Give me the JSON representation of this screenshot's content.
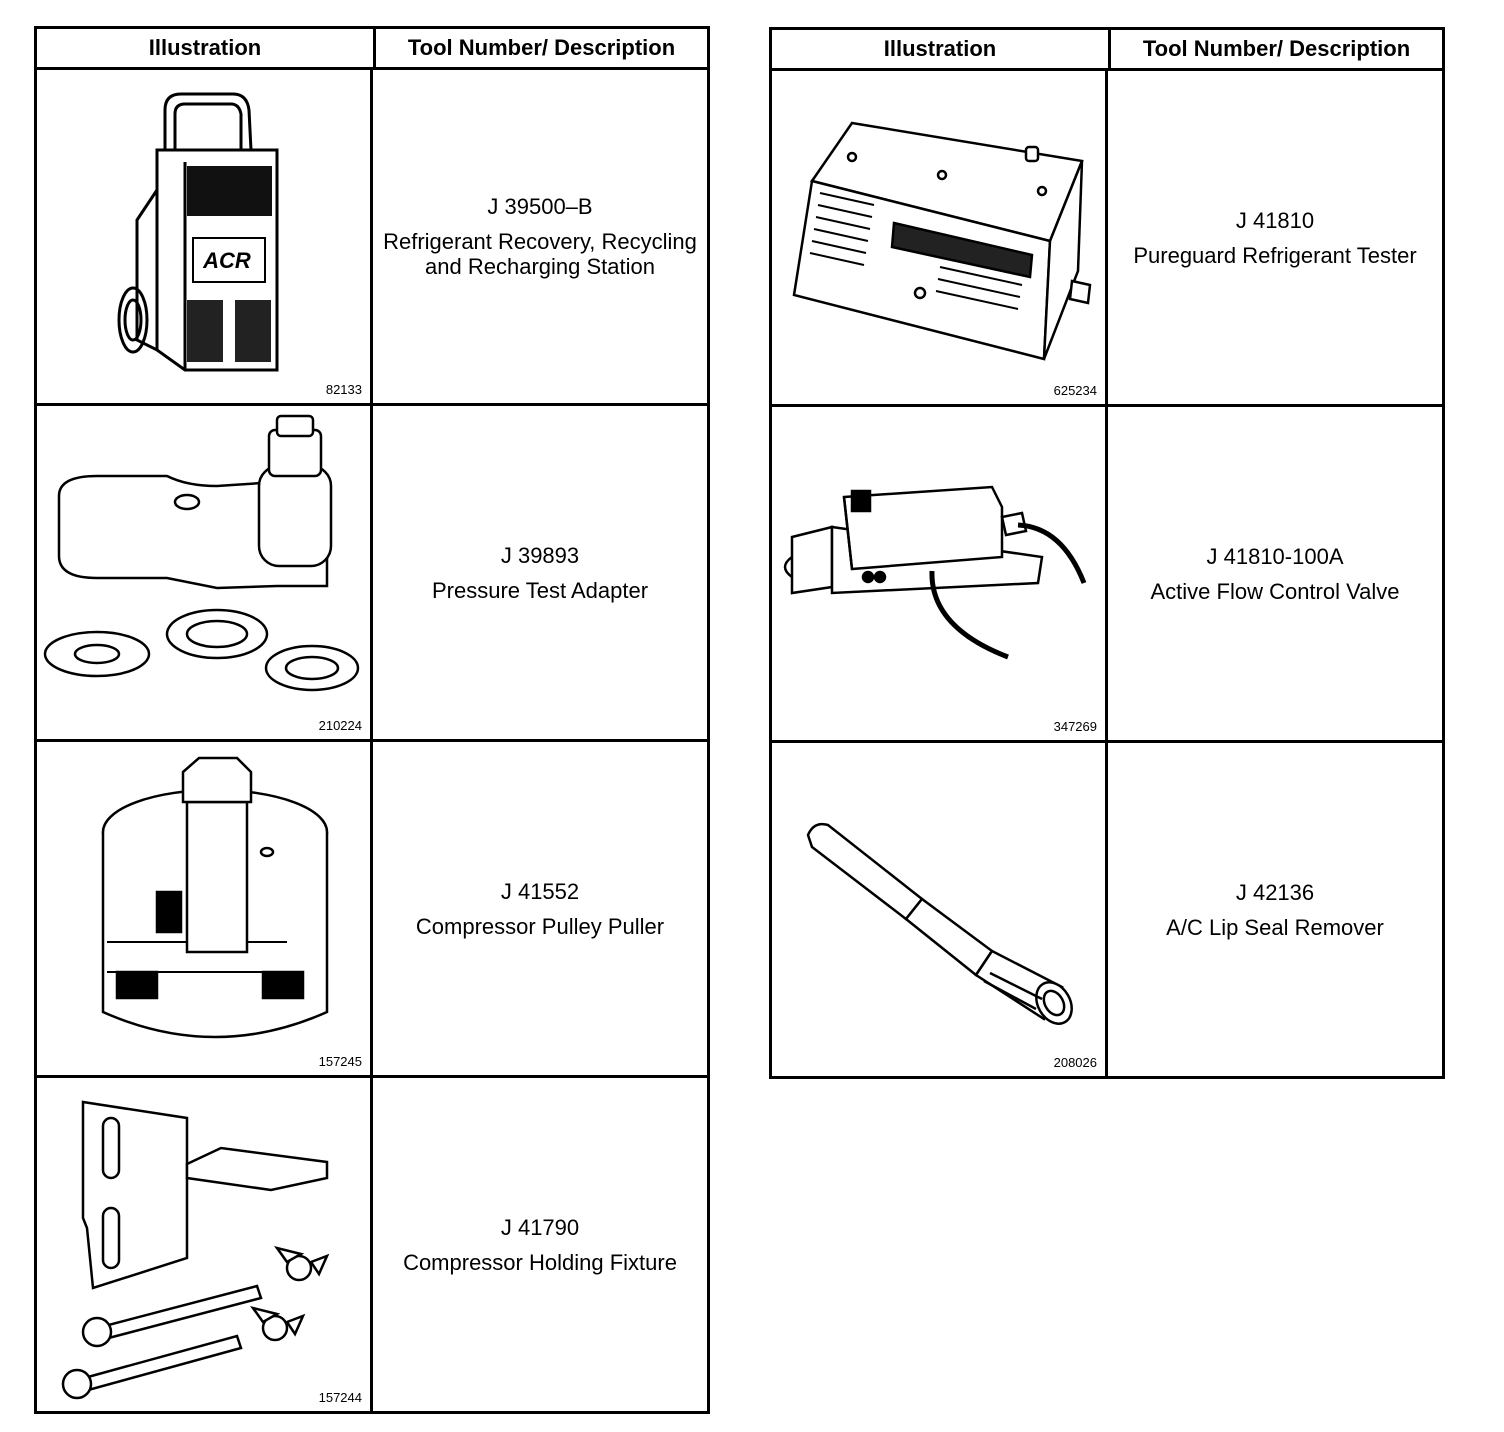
{
  "left_table": {
    "header_illustration": "Illustration",
    "header_description": "Tool Number/ Description",
    "rows": [
      {
        "figure": "82133",
        "tool_number": "J 39500–B",
        "description": "Refrigerant Recovery, Recycling and Recharging Station"
      },
      {
        "figure": "210224",
        "tool_number": "J 39893",
        "description": "Pressure Test Adapter"
      },
      {
        "figure": "157245",
        "tool_number": "J 41552",
        "description": "Compressor Pulley Puller"
      },
      {
        "figure": "157244",
        "tool_number": "J 41790",
        "description": "Compressor Holding Fixture"
      }
    ]
  },
  "right_table": {
    "header_illustration": "Illustration",
    "header_description": "Tool Number/ Description",
    "rows": [
      {
        "figure": "625234",
        "tool_number": "J 41810",
        "description": "Pureguard Refrigerant Tester"
      },
      {
        "figure": "347269",
        "tool_number": "J 41810-100A",
        "description": "Active Flow Control Valve"
      },
      {
        "figure": "208026",
        "tool_number": "J 42136",
        "description": "A/C Lip Seal Remover"
      }
    ]
  },
  "illustrations": {
    "recovery_station_logo": "ACR"
  }
}
